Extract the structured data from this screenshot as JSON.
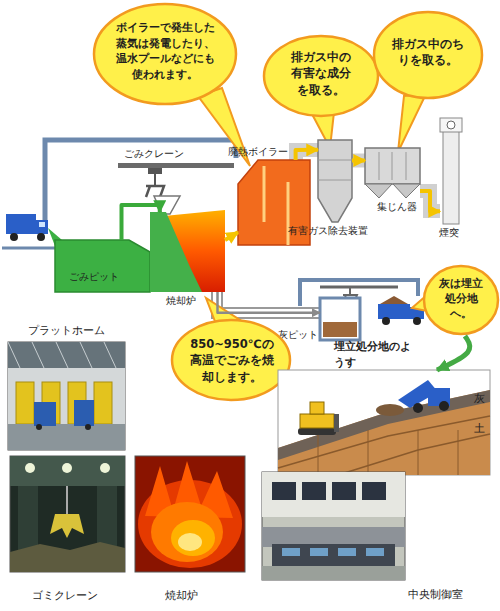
{
  "diagram": {
    "nodes": [
      {
        "text": [
          "ボイラーで発生した蒸気は発電したり、温水プールなどにも使われます。"
        ]
      },
      {
        "text": [
          "排ガス中の有害な成分を取る。"
        ]
      },
      {
        "text": [
          "排ガス中のちりを取る。"
        ]
      },
      {
        "text": [
          "廃熱ボイラー"
        ]
      },
      {
        "text": [
          "有害ガス除去装置"
        ]
      },
      {
        "text": [
          "集じん器"
        ]
      },
      {
        "text": [
          "煙突"
        ]
      },
      {
        "text": [
          "ごみピット"
        ]
      },
      {
        "text": [
          "焼却炉"
        ]
      },
      {
        "text": [
          "灰は埋立処分地へ。"
        ]
      },
      {
        "text": [
          "灰ピット"
        ]
      },
      {
        "text": [
          "850~950℃の高温でごみを焼却します。"
        ]
      },
      {
        "text": [
          "プラットホーム"
        ]
      },
      {
        "text": [
          "埋立処分地のようす"
        ]
      },
      {
        "text": [
          "ゴミクレーン"
        ]
      },
      {
        "text": [
          "焼却炉"
        ]
      },
      {
        "text": [
          "中央制御室"
        ]
      }
    ],
    "edges": [
      {
        "from": 7,
        "to": 8,
        "arrow": "to"
      },
      {
        "from": 8,
        "to": 3,
        "arrow": "to"
      },
      {
        "from": 3,
        "to": 4,
        "arrow": "to"
      },
      {
        "from": 4,
        "to": 5,
        "arrow": "to"
      },
      {
        "from": 5,
        "to": 6,
        "arrow": "to"
      },
      {
        "from": 8,
        "to": 10,
        "arrow": "to"
      },
      {
        "from": 9,
        "to": 13,
        "arrow": "to"
      }
    ],
    "labels": [
      "ごみクレーン",
      "灰",
      "土"
    ]
  }
}
